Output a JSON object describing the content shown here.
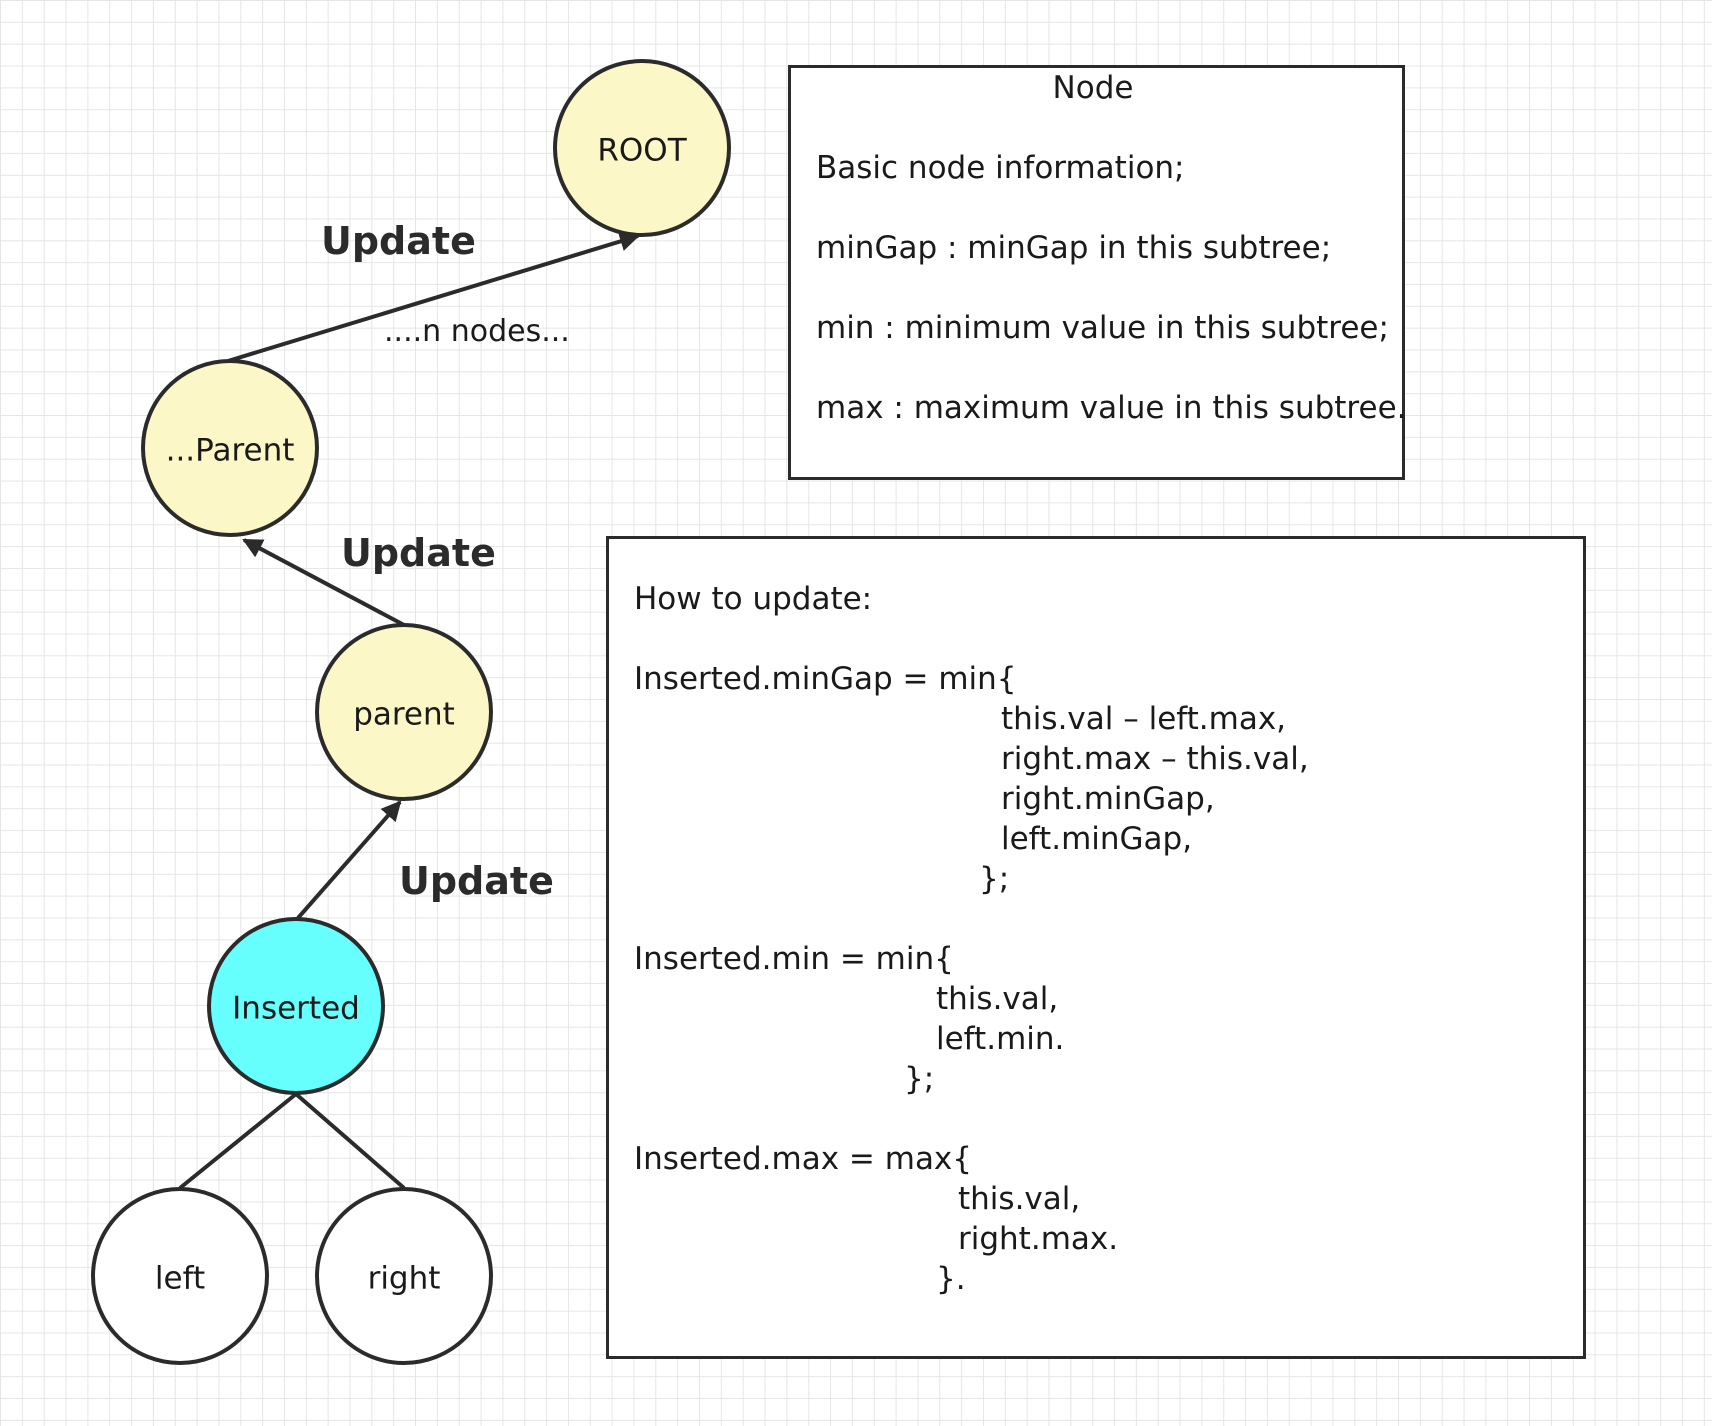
{
  "colors": {
    "node_yellow": "#fbf7c6",
    "node_cyan": "#66fffe",
    "node_white": "#ffffff",
    "stroke": "#2b2b2b"
  },
  "nodes": {
    "root": "ROOT",
    "ancestor": "...Parent",
    "parent": "parent",
    "inserted": "Inserted",
    "left": "left",
    "right": "right"
  },
  "edges": {
    "update_root": "Update",
    "update_ancestor": "Update",
    "update_parent": "Update",
    "n_nodes": "....n nodes..."
  },
  "node_box": {
    "title": "Node",
    "line1": "Basic node information;",
    "line2": "minGap : minGap in this subtree;",
    "line3": "min : minimum value in this subtree;",
    "line4": "max : maximum value in this subtree."
  },
  "update_box": {
    "heading": "How to update:",
    "mingap_head": "Inserted.minGap = min{",
    "mingap_items": [
      "this.val – left.max,",
      "right.max – this.val,",
      "right.minGap,",
      "left.minGap,"
    ],
    "mingap_close": "};",
    "min_head": "Inserted.min = min{",
    "min_items": [
      "this.val,",
      "left.min."
    ],
    "min_close": "};",
    "max_head": "Inserted.max = max{",
    "max_items": [
      "this.val,",
      "right.max."
    ],
    "max_close": "}."
  }
}
